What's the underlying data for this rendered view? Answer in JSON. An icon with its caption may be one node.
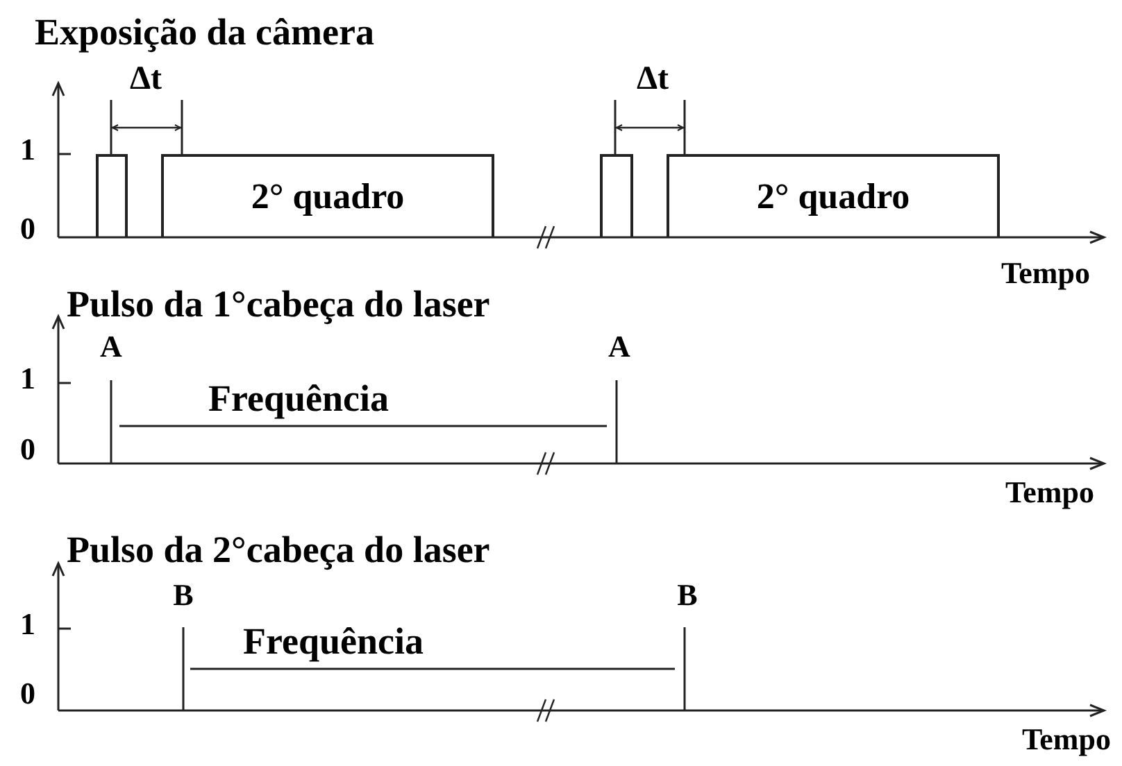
{
  "diagram": {
    "nodes": [
      {
        "text": [],
        "shape": "box"
      },
      {
        "text": [
          "2° quadro"
        ]
      },
      {
        "text": [],
        "shape": "box"
      },
      {
        "text": [
          "2° quadro"
        ]
      }
    ],
    "labels": [
      "Exposição da câmera",
      "Δt",
      "Δt",
      "1",
      "0",
      "Tempo",
      "Pulso da 1°cabeça do laser",
      "A",
      "A",
      "1",
      "Frequência",
      "0",
      "Tempo",
      "Pulso da 2°cabeça do laser",
      "B",
      "B",
      "1",
      "Frequência",
      "0",
      "Tempo"
    ]
  }
}
